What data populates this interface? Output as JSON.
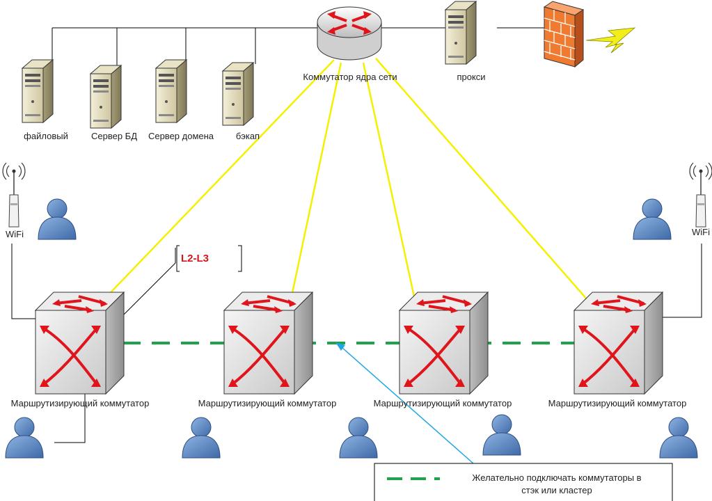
{
  "labels": {
    "core_switch": "Коммутатор ядра сети",
    "proxy": "прокси",
    "file_server": "файловый",
    "db_server": "Сервер БД",
    "domain_server": "Сервер домена",
    "backup": "бэкап",
    "wifi_left": "WiFi",
    "wifi_right": "WiFi",
    "routing_switch_1": "Маршрутизирующий коммутатор",
    "routing_switch_2": "Маршрутизирующий коммутатор",
    "routing_switch_3": "Маршрутизирующий коммутатор",
    "routing_switch_4": "Маршрутизирующий коммутатор",
    "layer_tag": "L2-L3"
  },
  "legend": {
    "line1": "Желательно подключать коммутаторы в",
    "line2": "стэк или кластер"
  },
  "colors": {
    "uplink": "#f5f000",
    "stack": "#1fa34a",
    "arrow": "#1ea7e6",
    "red_arrow": "#e0141b",
    "person": "#5a86c0",
    "firewall": "#f07a30"
  }
}
